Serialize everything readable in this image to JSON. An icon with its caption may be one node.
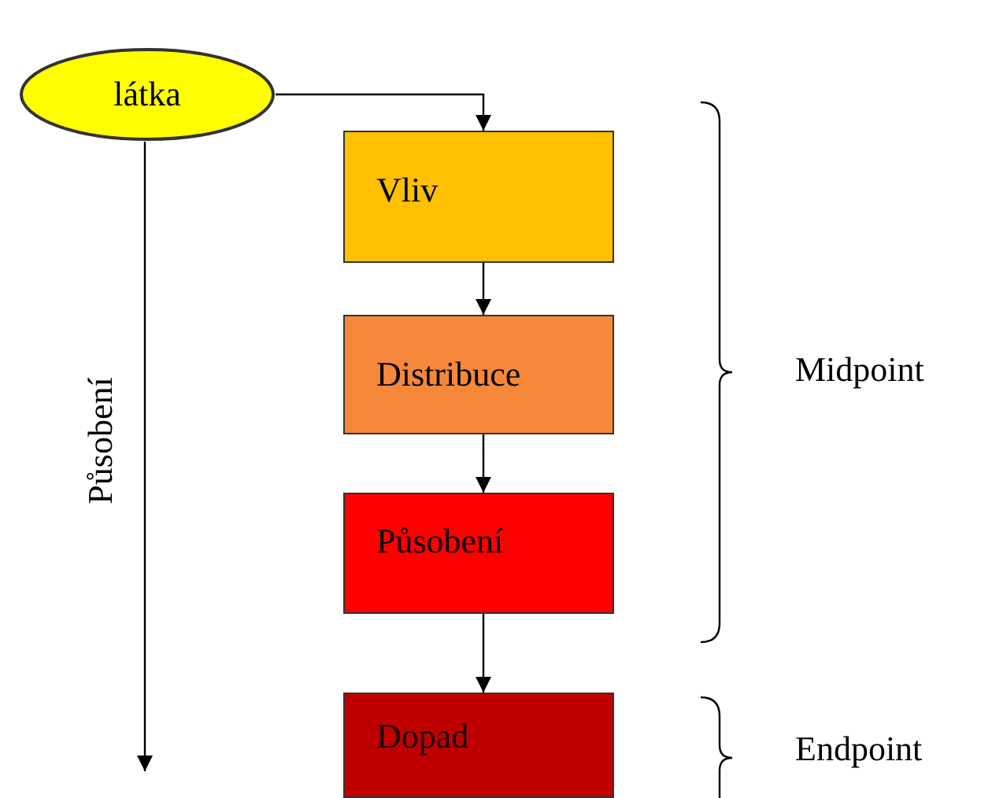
{
  "diagram": {
    "nodes": [
      {
        "text": [
          "látka"
        ]
      },
      {
        "text": [
          "Vliv"
        ]
      },
      {
        "text": [
          "Distribuce"
        ]
      },
      {
        "text": [
          "Působení"
        ]
      },
      {
        "text": [
          "Dopad"
        ]
      }
    ],
    "edges": [
      {
        "from": 0,
        "to": 1,
        "arrow": "to"
      },
      {
        "from": 1,
        "to": 2,
        "arrow": "to"
      },
      {
        "from": 2,
        "to": 3,
        "arrow": "to"
      },
      {
        "from": 3,
        "to": 4,
        "arrow": "to"
      },
      {
        "from": 0,
        "to": null,
        "arrow": "to",
        "label": "Působení"
      }
    ],
    "labels": [
      "Midpoint",
      "Endpoint"
    ]
  }
}
